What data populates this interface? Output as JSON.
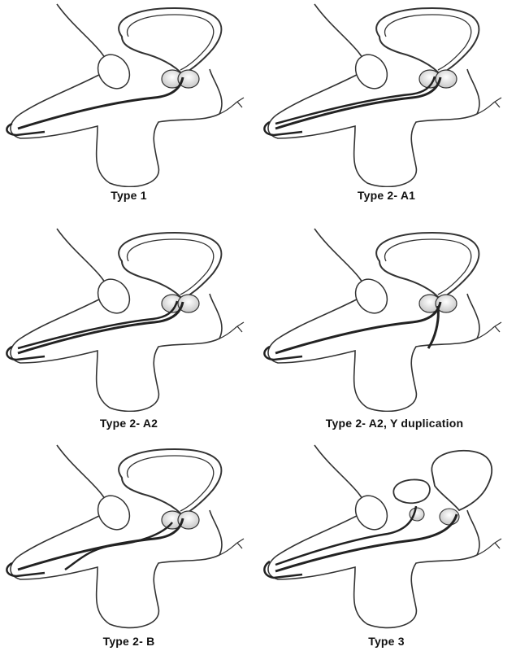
{
  "figure": {
    "panels": [
      {
        "caption": "Type 1"
      },
      {
        "caption": "Type 2- A1"
      },
      {
        "caption": "Type 2- A2"
      },
      {
        "caption": "Type 2- A2, Y duplication"
      },
      {
        "caption": "Type 2- B"
      },
      {
        "caption": "Type 3"
      }
    ]
  }
}
